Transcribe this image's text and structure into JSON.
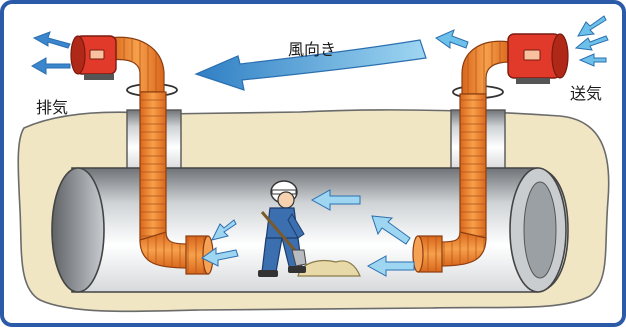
{
  "labels": {
    "wind_direction": "風向き",
    "exhaust": "排気",
    "supply": "送気"
  },
  "colors": {
    "frame": "#2b5aa8",
    "ground": "#f1e6c4",
    "duct": "#f08a2a",
    "fan": "#e23a2a",
    "arrow": "#6cc0ea",
    "worker": "#3b6fb0"
  }
}
